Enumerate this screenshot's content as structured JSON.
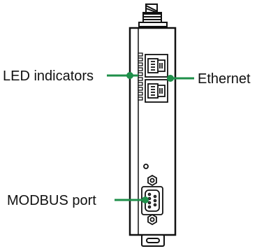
{
  "labels": {
    "led": "LED indicators",
    "ethernet": "Ethernet",
    "modbus": "MODBUS port"
  },
  "colors": {
    "accent": "#1f8f4a",
    "outline": "#111111",
    "background": "#ffffff"
  }
}
